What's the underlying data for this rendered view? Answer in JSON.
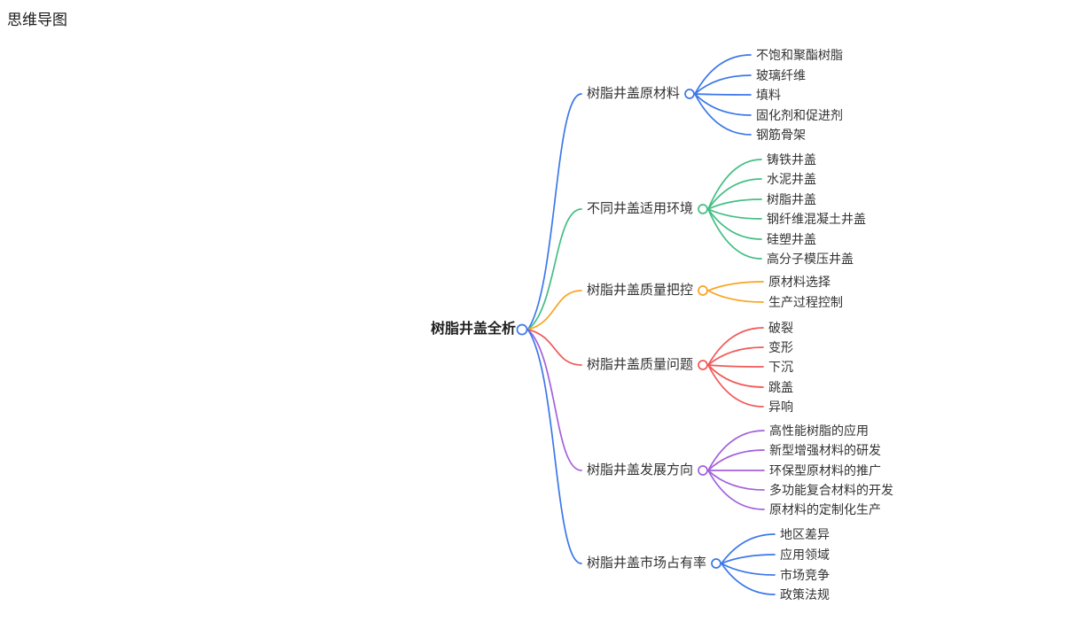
{
  "title": "思维导图",
  "palette": {
    "blue": "#3C78E9",
    "green": "#44BE85",
    "orange": "#F8A421",
    "red": "#F25858",
    "purple": "#A261DB"
  },
  "mindmap": {
    "root": {
      "label": "树脂井盖全析",
      "color": "#3C78E9"
    },
    "branches": [
      {
        "label": "树脂井盖原材料",
        "color": "#3C78E9",
        "children": [
          "不饱和聚酯树脂",
          "玻璃纤维",
          "填料",
          "固化剂和促进剂",
          "钢筋骨架"
        ]
      },
      {
        "label": "不同井盖适用环境",
        "color": "#44BE85",
        "children": [
          "铸铁井盖",
          "水泥井盖",
          "树脂井盖",
          "钢纤维混凝土井盖",
          "硅塑井盖",
          "高分子模压井盖"
        ]
      },
      {
        "label": "树脂井盖质量把控",
        "color": "#F8A421",
        "children": [
          "原材料选择",
          "生产过程控制"
        ]
      },
      {
        "label": "树脂井盖质量问题",
        "color": "#F25858",
        "children": [
          "破裂",
          "变形",
          "下沉",
          "跳盖",
          "异响"
        ]
      },
      {
        "label": "树脂井盖发展方向",
        "color": "#A261DB",
        "children": [
          "高性能树脂的应用",
          "新型增强材料的研发",
          "环保型原材料的推广",
          "多功能复合材料的开发",
          "原材料的定制化生产"
        ]
      },
      {
        "label": "树脂井盖市场占有率",
        "color": "#3C78E9",
        "children": [
          "地区差异",
          "应用领域",
          "市场竞争",
          "政策法规"
        ]
      }
    ]
  }
}
